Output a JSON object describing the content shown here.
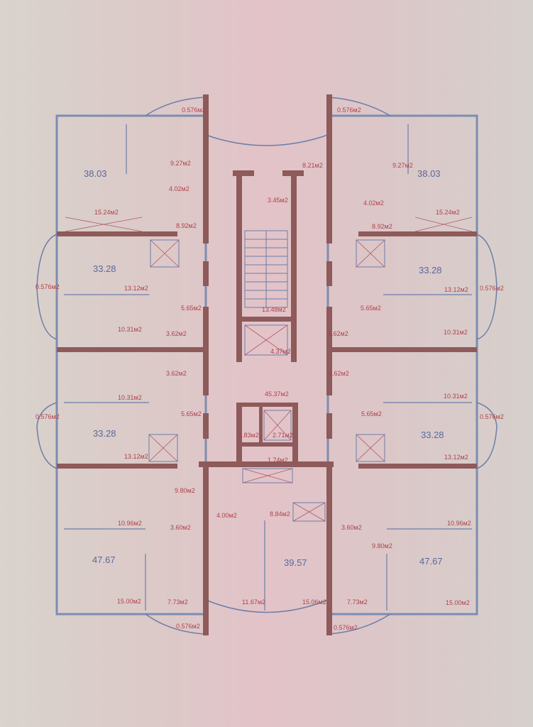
{
  "plan": {
    "apartment_totals": {
      "tl": "38.03",
      "tr": "38.03",
      "ml1": "33.28",
      "mr1": "33.28",
      "ml2": "33.28",
      "mr2": "33.28",
      "bl": "47.67",
      "bc": "39.57",
      "br": "47.67"
    },
    "rooms": {
      "bal_tl": "0.576м2",
      "bal_tr": "0.576м2",
      "kit_tl": "9.27м2",
      "kit_tr": "9.27м2",
      "hall_top": "8.21м2",
      "bath_tl": "4.02м2",
      "bath_tr": "4.02м2",
      "vest": "3.45м2",
      "room_tl": "15.24м2",
      "room_tr": "15.24м2",
      "hall_tl": "8.92м2",
      "hall_tr": "8.92м2",
      "bal_ml1": "0.576м2",
      "bal_mr1": "0.576м2",
      "room_ml1": "13.12м2",
      "room_mr1": "13.12м2",
      "hall_ml1": "5.65м2",
      "hall_mr1": "5.65м2",
      "stair": "13.48м2",
      "kit_ml1": "10.31м2",
      "kit_mr1": "10.31м2",
      "bath_ml1": "3.62м2",
      "bath_mr1": "3.62м2",
      "lift1": "4.37м2",
      "bath_ml2": "3.62м2",
      "bath_mr2": "3.62м2",
      "kit_ml2": "10.31м2",
      "kit_mr2": "10.31м2",
      "corridor": "45.37м2",
      "hall_ml2": "5.65м2",
      "hall_mr2": "5.65м2",
      "bal_ml2": "0.576м2",
      "bal_mr2": "0.576м2",
      "lift_hall": "1.83м2",
      "lift2": "2.71м2",
      "room_ml2": "13.12м2",
      "room_mr2": "13.12м2",
      "tech": "1.74м2",
      "hall_bl": "9.80м2",
      "bath_bc": "4.00м2",
      "hall_bc": "8.84м2",
      "kit_bl": "10.96м2",
      "kit_br": "10.96м2",
      "bath_bl": "3.60м2",
      "bath_br": "3.60м2",
      "hall_br": "9.80м2",
      "room_bl": "15.00м2",
      "kit_bl2": "7.73м2",
      "kit_bc": "11.67м2",
      "room_bc": "15.06м2",
      "kit_br2": "7.73м2",
      "room_br": "15.00м2",
      "bal_bl": "0.576м2",
      "bal_br": "0.576м2"
    }
  }
}
